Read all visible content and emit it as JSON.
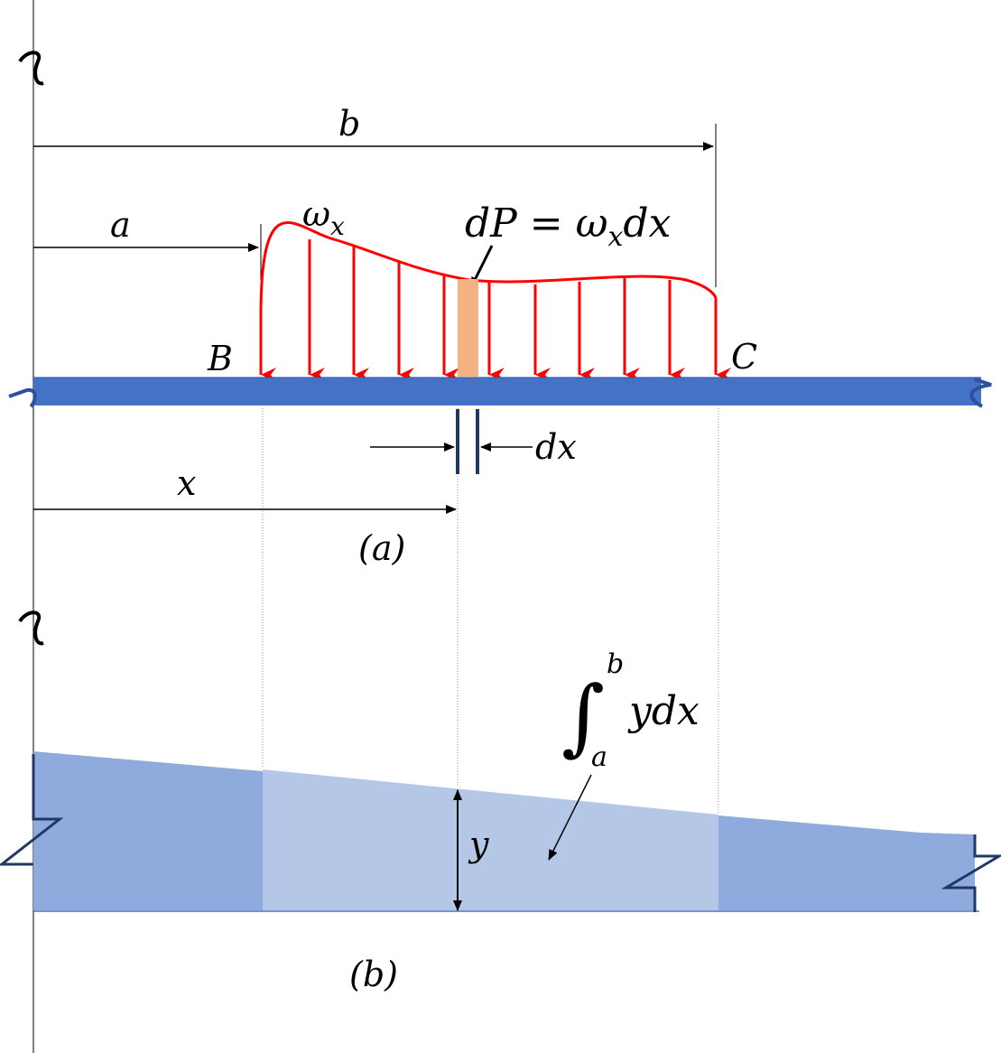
{
  "diagram": {
    "labels": {
      "b": "b",
      "a": "a",
      "omega": "ω",
      "omega_sub": "x",
      "dp_left": "dP = ω",
      "dp_sub": "x",
      "dp_right": "dx",
      "point_b": "B",
      "point_c": "C",
      "dx": "dx",
      "x": "x",
      "caption_a": "(a)",
      "caption_b": "(b)",
      "integral_sign": "∫",
      "integral_upper": "b",
      "integral_lower": "a",
      "integral_body": "ydx",
      "y": "y"
    },
    "colors": {
      "load": "#ff0000",
      "beam": "#4472c4",
      "beam_edge": "#2f4f9f",
      "element": "#f4b183",
      "area_dark": "#8faadc",
      "area_light": "#b4c7e7",
      "break_mark": "#1f3864",
      "line": "#000000"
    }
  }
}
